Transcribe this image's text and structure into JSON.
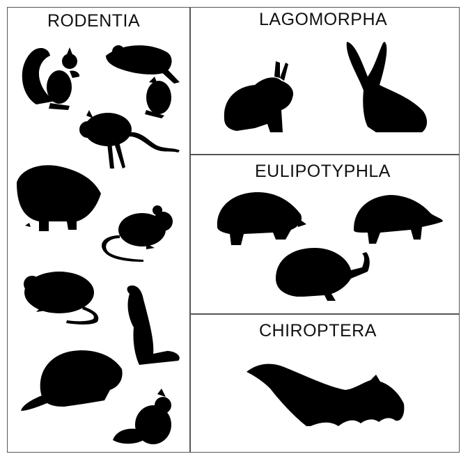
{
  "panels": {
    "rodentia": {
      "title": "RODENTIA"
    },
    "lagomorpha": {
      "title": "LAGOMORPHA"
    },
    "eulipotyphla": {
      "title": "EULIPOTYPHLA"
    },
    "chiroptera": {
      "title": "CHIROPTERA"
    }
  },
  "colors": {
    "silhouette": "#000000",
    "border": "#555555",
    "background": "#ffffff"
  }
}
